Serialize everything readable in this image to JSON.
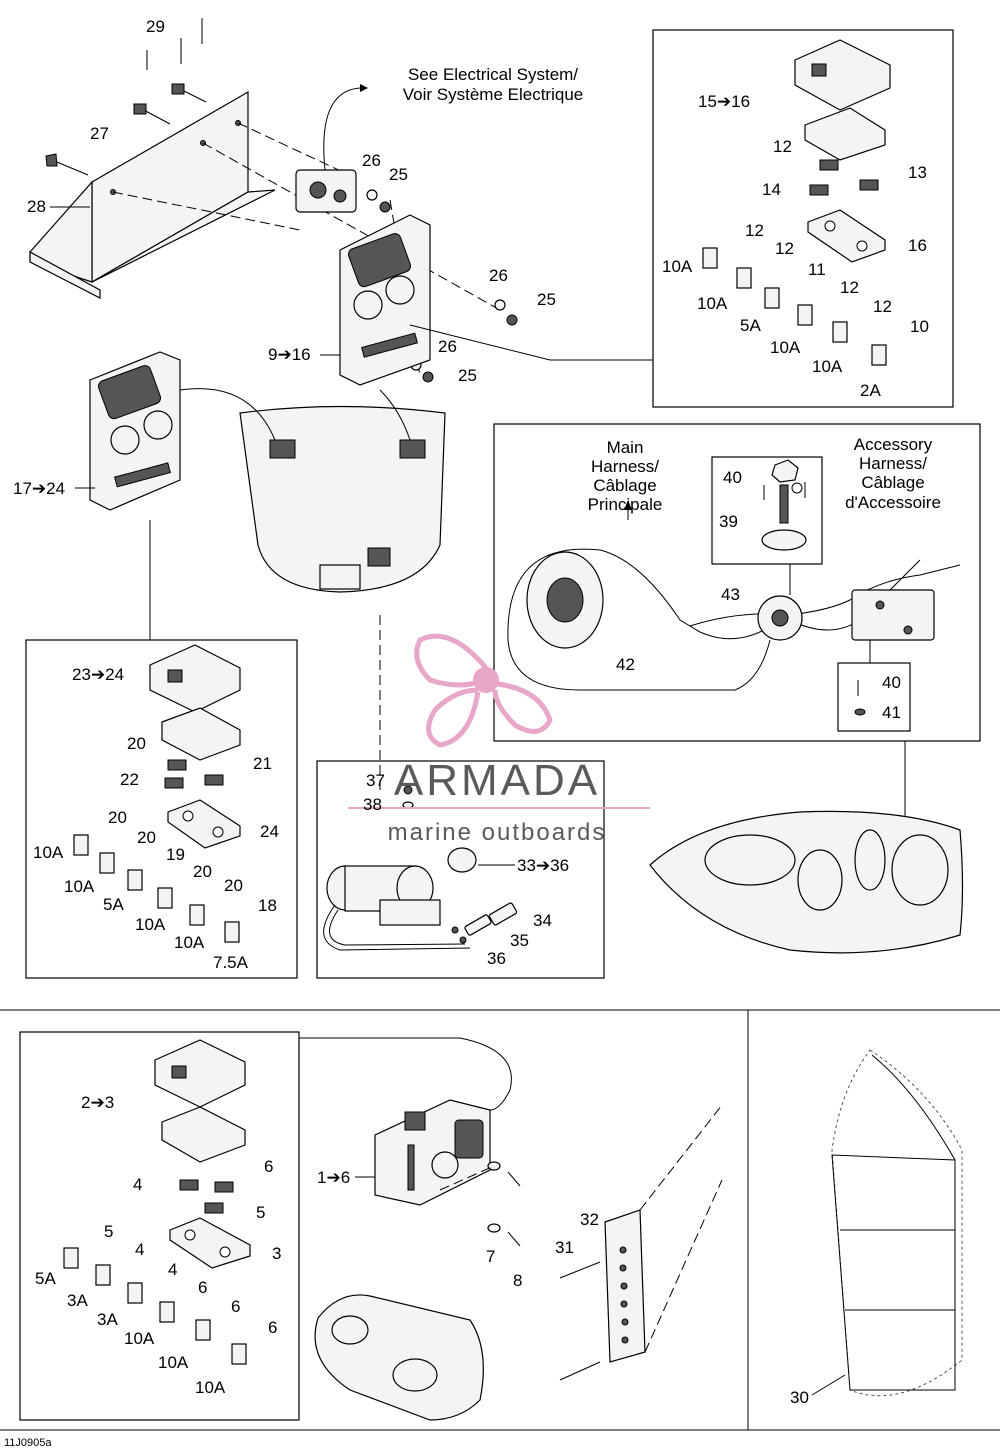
{
  "colors": {
    "line": "#000000",
    "watermark_pink": "#e8a6c8",
    "watermark_text": "#5a5a5a"
  },
  "notes": {
    "see_electrical_1": "See Electrical System/",
    "see_electrical_2": "Voir Système Electrique",
    "main_harness_1": "Main",
    "main_harness_2": "Harness/",
    "main_harness_3": "Câblage",
    "main_harness_4": "Principale",
    "acc_harness_1": "Accessory",
    "acc_harness_2": "Harness/",
    "acc_harness_3": "Câblage",
    "acc_harness_4": "d'Accessoire"
  },
  "watermark": {
    "name": "ARMADA",
    "tagline": "marine outboards"
  },
  "figure_code": "11J0905a",
  "callouts": {
    "c29": "29",
    "c27": "27",
    "c28": "28",
    "c26a": "26",
    "c25a": "25",
    "c26b": "26",
    "c25b": "25",
    "c26c": "26",
    "c25c": "25",
    "c9_16": "9➔16",
    "c17_24": "17➔24",
    "c15_16": "15➔16",
    "c12a": "12",
    "c13": "13",
    "c14": "14",
    "c16": "16",
    "c12b": "12",
    "c10Aa": "10A",
    "c12c": "12",
    "c10Ab": "10A",
    "c11": "11",
    "c5Aa": "5A",
    "c12d": "12",
    "c10Ac": "10A",
    "c12e": "12",
    "c10Ad": "10A",
    "c10": "10",
    "c2A": "2A",
    "c40a": "40",
    "c39": "39",
    "c43": "43",
    "c42": "42",
    "c40b": "40",
    "c41": "41",
    "c23_24": "23➔24",
    "c20a": "20",
    "c22": "22",
    "c21": "21",
    "c24": "24",
    "c20b": "20",
    "c10Ae": "10A",
    "c20c": "20",
    "c10Af": "10A",
    "c19": "19",
    "c5Ab": "5A",
    "c20d": "20",
    "c10Ag": "10A",
    "c20e": "20",
    "c10Ah": "10A",
    "c18": "18",
    "c7_5A": "7.5A",
    "c37": "37",
    "c38": "38",
    "c33_36": "33➔36",
    "c34": "34",
    "c35": "35",
    "c36": "36",
    "c2_3": "2➔3",
    "c4a": "4",
    "c6a": "6",
    "c5a": "5",
    "c3": "3",
    "c5b": "5",
    "c5Ac": "5A",
    "c4b": "4",
    "c3Aa": "3A",
    "c4c": "4",
    "c3Ab": "3A",
    "c6b": "6",
    "c10Ai": "10A",
    "c6c": "6",
    "c10Aj": "10A",
    "c6d": "6",
    "c10Ak": "10A",
    "c1_6": "1➔6",
    "c7": "7",
    "c8": "8",
    "c31": "31",
    "c32": "32",
    "c30": "30"
  }
}
